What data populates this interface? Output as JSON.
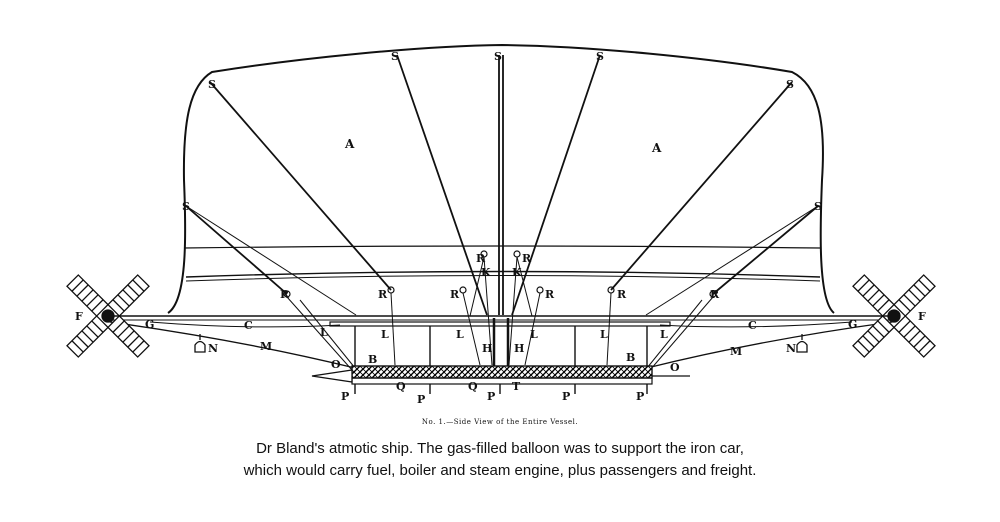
{
  "figure": {
    "plate_caption": "No. 1.—Side View of the Entire Vessel.",
    "labels": {
      "A": "A",
      "B": "B",
      "C": "C",
      "F": "F",
      "G": "G",
      "H": "H",
      "K": "K",
      "L": "L",
      "M": "M",
      "N": "N",
      "O": "O",
      "P": "P",
      "Q": "Q",
      "R": "R",
      "S": "S",
      "T": "T"
    }
  },
  "caption": {
    "line1": "Dr Bland's atmotic ship.   The gas-filled balloon was to support the iron car,",
    "line2": "which would carry fuel, boiler and steam engine, plus passengers and freight."
  }
}
